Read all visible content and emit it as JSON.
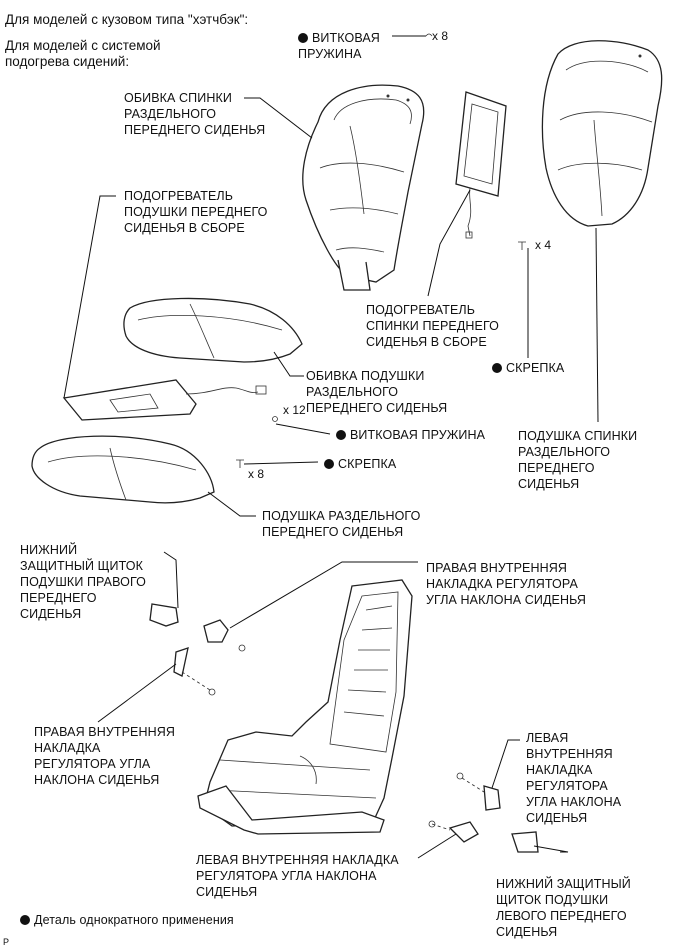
{
  "header": {
    "line1": "Для моделей с кузовом типа \"хэтчбэк\":",
    "line2": "Для моделей с системой\nподогрева сидений:"
  },
  "labels": {
    "spring_top": "ВИТКОВАЯ\nПРУЖИНА",
    "qty_spring_top": "x 8",
    "backrest_cover": "ОБИВКА СПИНКИ\nРАЗДЕЛЬНОГО\nПЕРЕДНЕГО СИДЕНЬЯ",
    "cushion_heater": "ПОДОГРЕВАТЕЛЬ\nПОДУШКИ ПЕРЕДНЕГО\nСИДЕНЬЯ В СБОРЕ",
    "qty_clip_right": "x 4",
    "backrest_heater": "ПОДОГРЕВАТЕЛЬ\nСПИНКИ ПЕРЕДНЕГО\nСИДЕНЬЯ В СБОРЕ",
    "clip_right": "СКРЕПКА",
    "cushion_cover": "ОБИВКА ПОДУШКИ\nРАЗДЕЛЬНОГО\nПЕРЕДНЕГО СИДЕНЬЯ",
    "qty_spring_mid": "x 12",
    "spring_mid": "ВИТКОВАЯ ПРУЖИНА",
    "clip_mid": "СКРЕПКА",
    "qty_clip_mid": "x 8",
    "backrest_pad": "ПОДУШКА СПИНКИ\nРАЗДЕЛЬНОГО\nПЕРЕДНЕГО\nСИДЕНЬЯ",
    "cushion_pad": "ПОДУШКА РАЗДЕЛЬНОГО\nПЕРЕДНЕГО СИДЕНЬЯ",
    "lower_shield_right": "НИЖНИЙ\nЗАЩИТНЫЙ ЩИТОК\nПОДУШКИ ПРАВОГО\nПЕРЕДНЕГО\nСИДЕНЬЯ",
    "right_inner_cover_top": "ПРАВАЯ ВНУТРЕННЯЯ\nНАКЛАДКА РЕГУЛЯТОРА\nУГЛА НАКЛОНА СИДЕНЬЯ",
    "right_inner_cover_left": "ПРАВАЯ ВНУТРЕННЯЯ\nНАКЛАДКА\nРЕГУЛЯТОРА УГЛА\nНАКЛОНА СИДЕНЬЯ",
    "left_inner_cover_right": "ЛЕВАЯ\nВНУТРЕННЯЯ\nНАКЛАДКА\nРЕГУЛЯТОРА\nУГЛА НАКЛОНА\nСИДЕНЬЯ",
    "left_inner_cover_bottom": "ЛЕВАЯ ВНУТРЕННЯЯ НАКЛАДКА\nРЕГУЛЯТОРА УГЛА НАКЛОНА\nСИДЕНЬЯ",
    "lower_shield_left": "НИЖНИЙ ЗАЩИТНЫЙ\nЩИТОК ПОДУШКИ\nЛЕВОГО ПЕРЕДНЕГО\nСИДЕНЬЯ",
    "legend": "Деталь однократного применения",
    "corner": "P"
  }
}
